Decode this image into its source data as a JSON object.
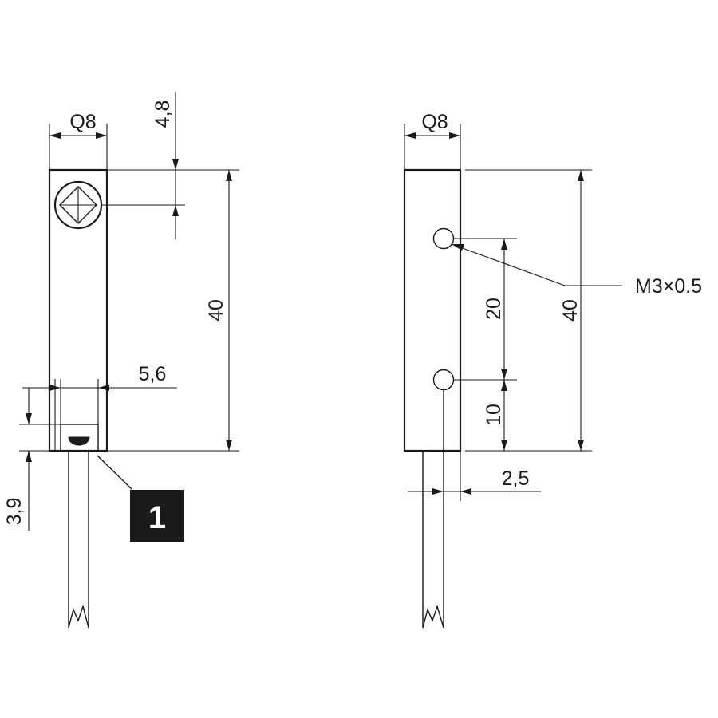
{
  "left_view": {
    "width_label": "Q8",
    "top_offset_label": "4,8",
    "height_label": "40",
    "slot_width_label": "5,6",
    "bottom_offset_label": "3,9",
    "callout_label": "1"
  },
  "right_view": {
    "width_label": "Q8",
    "hole_spacing_label": "20",
    "hole_bottom_label": "10",
    "height_label": "40",
    "thread_label": "M3×0.5",
    "cable_offset_label": "2,5"
  }
}
